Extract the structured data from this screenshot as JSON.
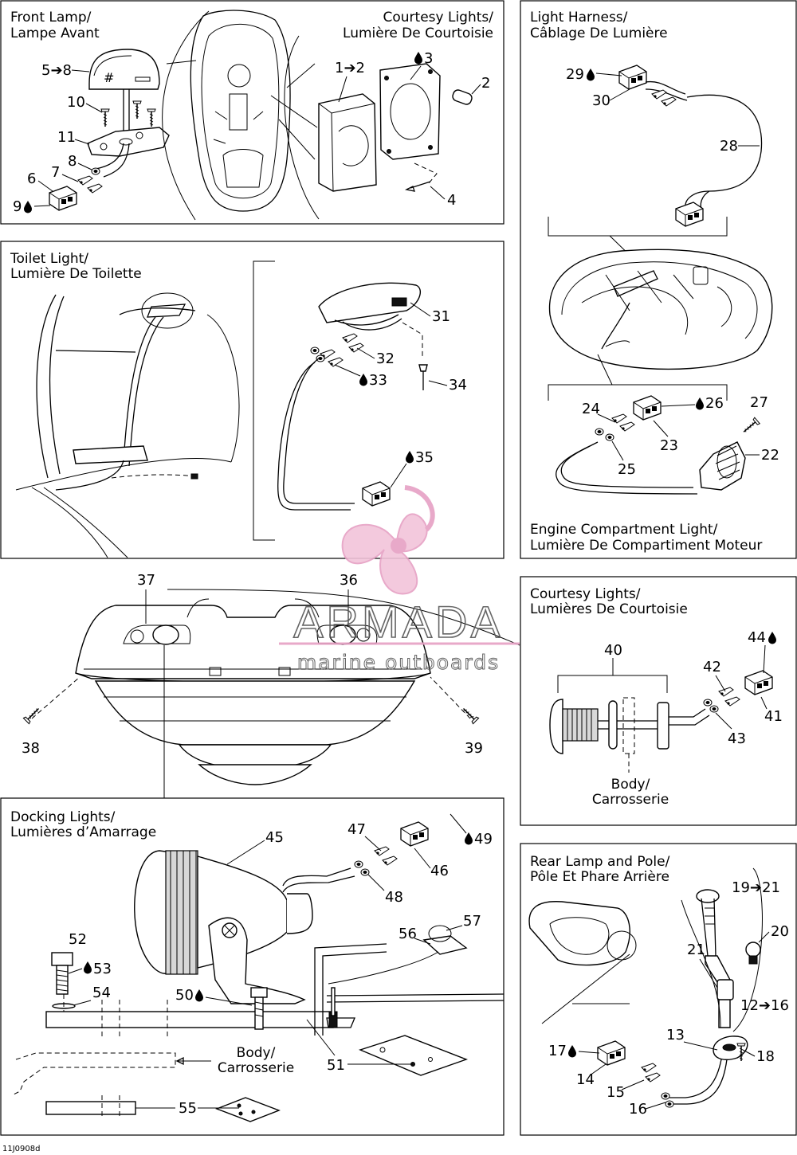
{
  "panels": {
    "front_lamp": {
      "title1": "Front Lamp/",
      "title2": "Lampe Avant"
    },
    "courtesy_top": {
      "title1": "Courtesy Lights/",
      "title2": "Lumière De Courtoisie"
    },
    "light_harness": {
      "title1": "Light Harness/",
      "title2": "Câblage De Lumière"
    },
    "toilet": {
      "title1": "Toilet Light/",
      "title2": "Lumière De Toilette"
    },
    "engine": {
      "title1": "Engine Compartment Light/",
      "title2": "Lumière De Compartiment Moteur"
    },
    "courtesy_right": {
      "title1": "Courtesy Lights/",
      "title2": "Lumières De Courtoisie",
      "body1": "Body/",
      "body2": "Carrosserie"
    },
    "docking": {
      "title1": "Docking Lights/",
      "title2": "Lumières d’Amarrage",
      "body1": "Body/",
      "body2": "Carrosserie"
    },
    "rear": {
      "title1": "Rear Lamp and Pole/",
      "title2": "Pôle Et Phare Arrière"
    }
  },
  "callouts": {
    "c5_8": "5➔8",
    "c10": "10",
    "c11": "11",
    "c8": "8",
    "c7": "7",
    "c6": "6",
    "c9": "9",
    "c1_2": "1➔2",
    "c3": "3",
    "c2": "2",
    "c4": "4",
    "c29": "29",
    "c30": "30",
    "c28": "28",
    "c24": "24",
    "c26": "26",
    "c27": "27",
    "c23": "23",
    "c22": "22",
    "c25": "25",
    "c31": "31",
    "c32": "32",
    "c33": "33",
    "c34": "34",
    "c35": "35",
    "c37": "37",
    "c36": "36",
    "c38": "38",
    "c39": "39",
    "c40": "40",
    "c44": "44",
    "c42": "42",
    "c41": "41",
    "c43": "43",
    "c45": "45",
    "c47": "47",
    "c49": "49",
    "c46": "46",
    "c48": "48",
    "c52": "52",
    "c53": "53",
    "c54": "54",
    "c50": "50",
    "c56": "56",
    "c57": "57",
    "c51": "51",
    "c55": "55",
    "c19_21": "19➔21",
    "c20": "20",
    "c21": "21",
    "c12_16": "12➔16",
    "c13": "13",
    "c18": "18",
    "c17": "17",
    "c14": "14",
    "c15": "15",
    "c16": "16"
  },
  "watermark": {
    "brand": "ARMADA",
    "tagline": "marine outboards",
    "color": "#e6a0c4"
  },
  "figure_code": "11J0908d"
}
